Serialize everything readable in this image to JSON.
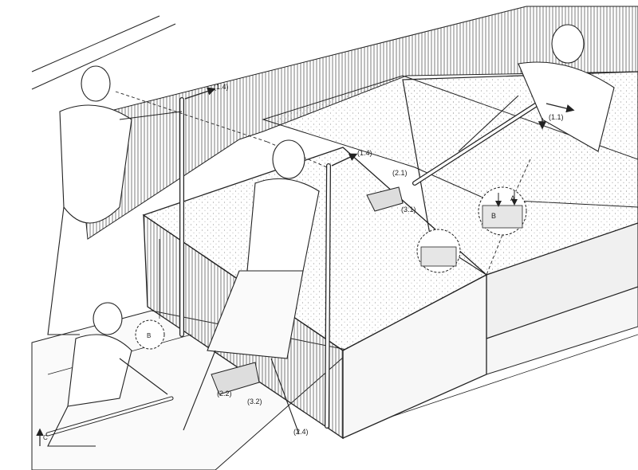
{
  "labels": {
    "l14_left": "(1.4)",
    "l14_center": "(1.4)",
    "l11": "(1.1)",
    "l21": "(2.1)",
    "l31": "(3.1)",
    "l22": "(2.2)",
    "l32": "(3.2)",
    "l24": "(2.4)",
    "detail_a": "A",
    "detail_b": "B",
    "detail_b_small": "B",
    "corner_c": "C"
  },
  "colors": {
    "ink": "#222222",
    "stone": "#f4f4f4",
    "shade": "#cfcfcf"
  }
}
